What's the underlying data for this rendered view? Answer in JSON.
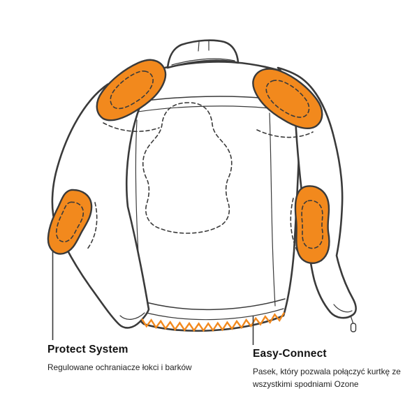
{
  "figure": {
    "colors": {
      "pad_orange": "#F2891D",
      "outline_dark": "#3A3A3A",
      "text_dark": "#1C1C1C",
      "background": "#FFFFFF"
    },
    "callouts": {
      "protect_system": {
        "title": "Protect System",
        "description": "Regulowane ochraniacze łokci i barków"
      },
      "easy_connect": {
        "title": "Easy-Connect",
        "description": "Pasek, który pozwala połączyć kurtkę ze wszystkimi spodniami Ozone"
      }
    }
  }
}
